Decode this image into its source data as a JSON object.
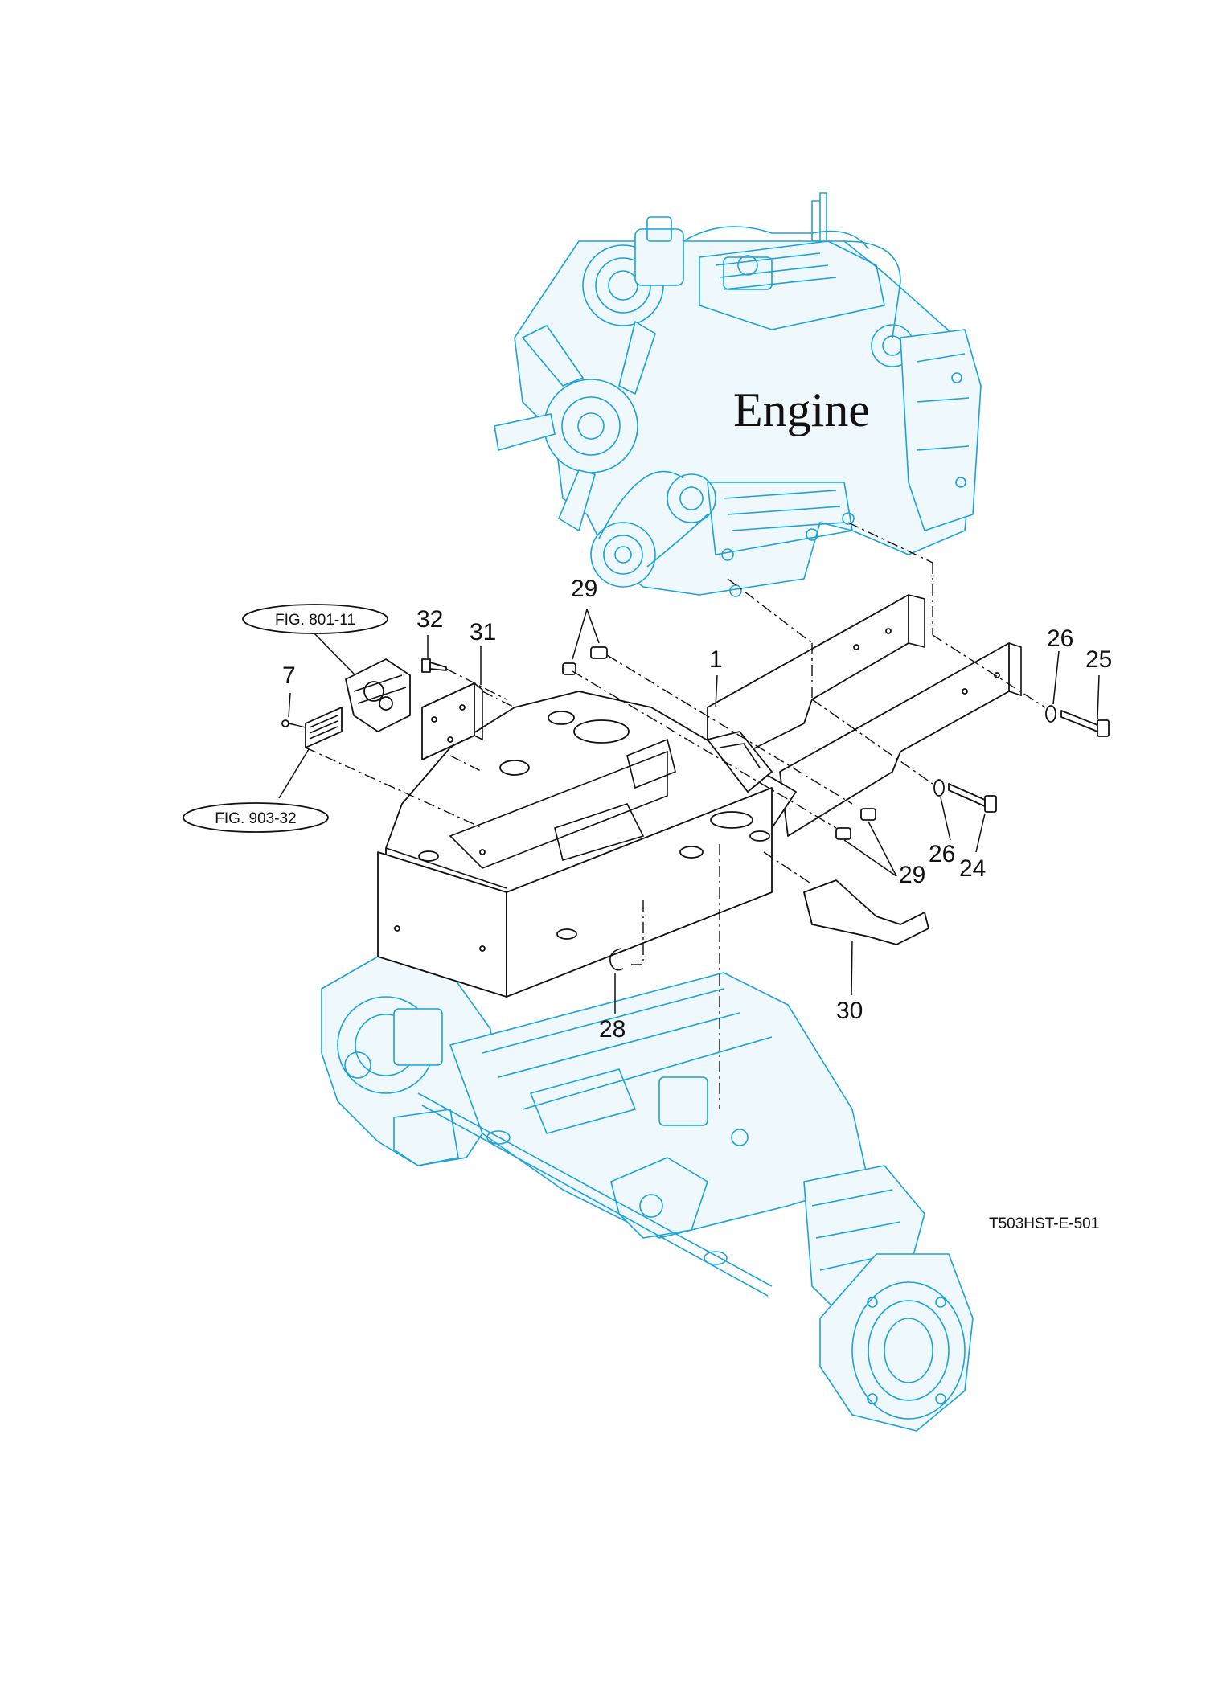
{
  "title": "Engine",
  "drawing_code": "T503HST-E-501",
  "figure_refs": [
    {
      "id": "fig-801-11",
      "text": "FIG. 801-11"
    },
    {
      "id": "fig-903-32",
      "text": "FIG. 903-32"
    }
  ],
  "callouts": {
    "c1": "1",
    "c7": "7",
    "c24": "24",
    "c25": "25",
    "c26a": "26",
    "c26b": "26",
    "c28": "28",
    "c29a": "29",
    "c29b": "29",
    "c30": "30",
    "c31": "31",
    "c32": "32"
  },
  "colors": {
    "component_line": "#1aa3d8",
    "part_line": "#111111"
  }
}
